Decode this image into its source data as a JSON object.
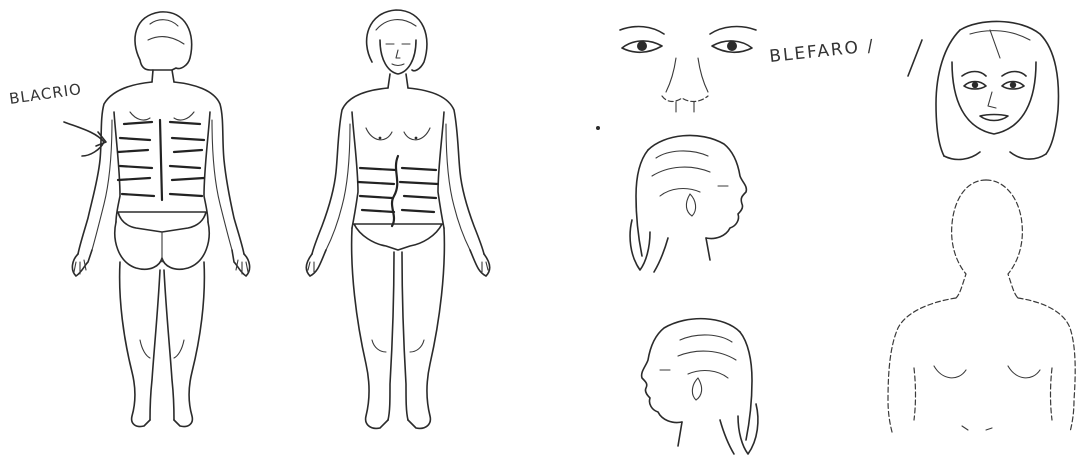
{
  "annotations": {
    "back_figure_label": "BLACRIO",
    "face_label": "BLEFARO /"
  },
  "figures": [
    {
      "id": "female-back-full",
      "view": "back"
    },
    {
      "id": "female-front-full",
      "view": "front"
    },
    {
      "id": "eyes-nose-detail",
      "view": "front-face-detail"
    },
    {
      "id": "head-profile-right",
      "view": "right-profile"
    },
    {
      "id": "head-profile-left",
      "view": "left-profile"
    },
    {
      "id": "head-front",
      "view": "front"
    },
    {
      "id": "upper-torso-silhouette",
      "view": "back-shoulders"
    }
  ],
  "colors": {
    "ink": "#2b2b2b",
    "paper": "#ffffff"
  }
}
